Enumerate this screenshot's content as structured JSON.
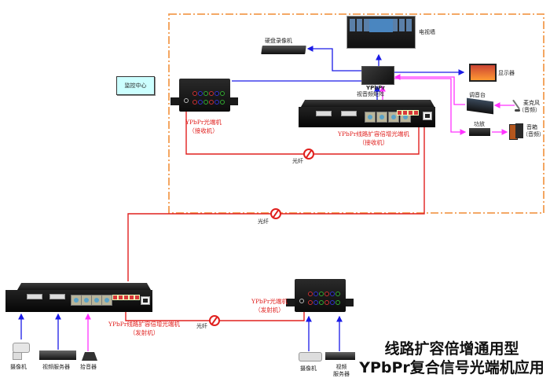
{
  "title": {
    "line1": "线路扩容倍增通用型",
    "line2": "YPbPr复合信号光端机应用"
  },
  "control_center": {
    "label": "监控中心",
    "colors": {
      "boundary": "#f39c50",
      "box_fill": "#ccffff"
    }
  },
  "receiver_side": {
    "video_wall": "电视墙",
    "dvr": "硬盘录像机",
    "matrix": {
      "line1": "YPbPr",
      "line2": "视音频矩阵"
    },
    "monitor": "显示器",
    "mixer": "调音台",
    "microphone": {
      "line1": "麦克风",
      "line2": "（音频）"
    },
    "amplifier": "功放",
    "speaker": {
      "line1": "音箱",
      "line2": "（音频）"
    },
    "small_receiver": {
      "line1": "YPbPr光端机",
      "line2": "（接收机）"
    },
    "rack_receiver": {
      "line1": "YPbPr线路扩容倍增光端机",
      "line2": "（接收机）"
    }
  },
  "fiber_links": [
    {
      "label": "光纤"
    },
    {
      "label": "光纤"
    },
    {
      "label": "光纤"
    }
  ],
  "transmitter_side": {
    "rack_transmitter": {
      "line1": "YPbPr线路扩容倍增光端机",
      "line2": "（发射机）"
    },
    "small_transmitter": {
      "line1": "YPbPr光端机",
      "line2": "（发射机）"
    },
    "left_camera": "摄像机",
    "left_video_server": "视频服务器",
    "pickup": "拾音器",
    "right_camera": "摄像机",
    "right_video_server": {
      "line1": "视频",
      "line2": "服务器"
    }
  },
  "colors": {
    "video_line": "#1a1ae6",
    "audio_line": "#ff33ff",
    "fiber_line": "#e0201e",
    "label_red": "#e0201e"
  }
}
